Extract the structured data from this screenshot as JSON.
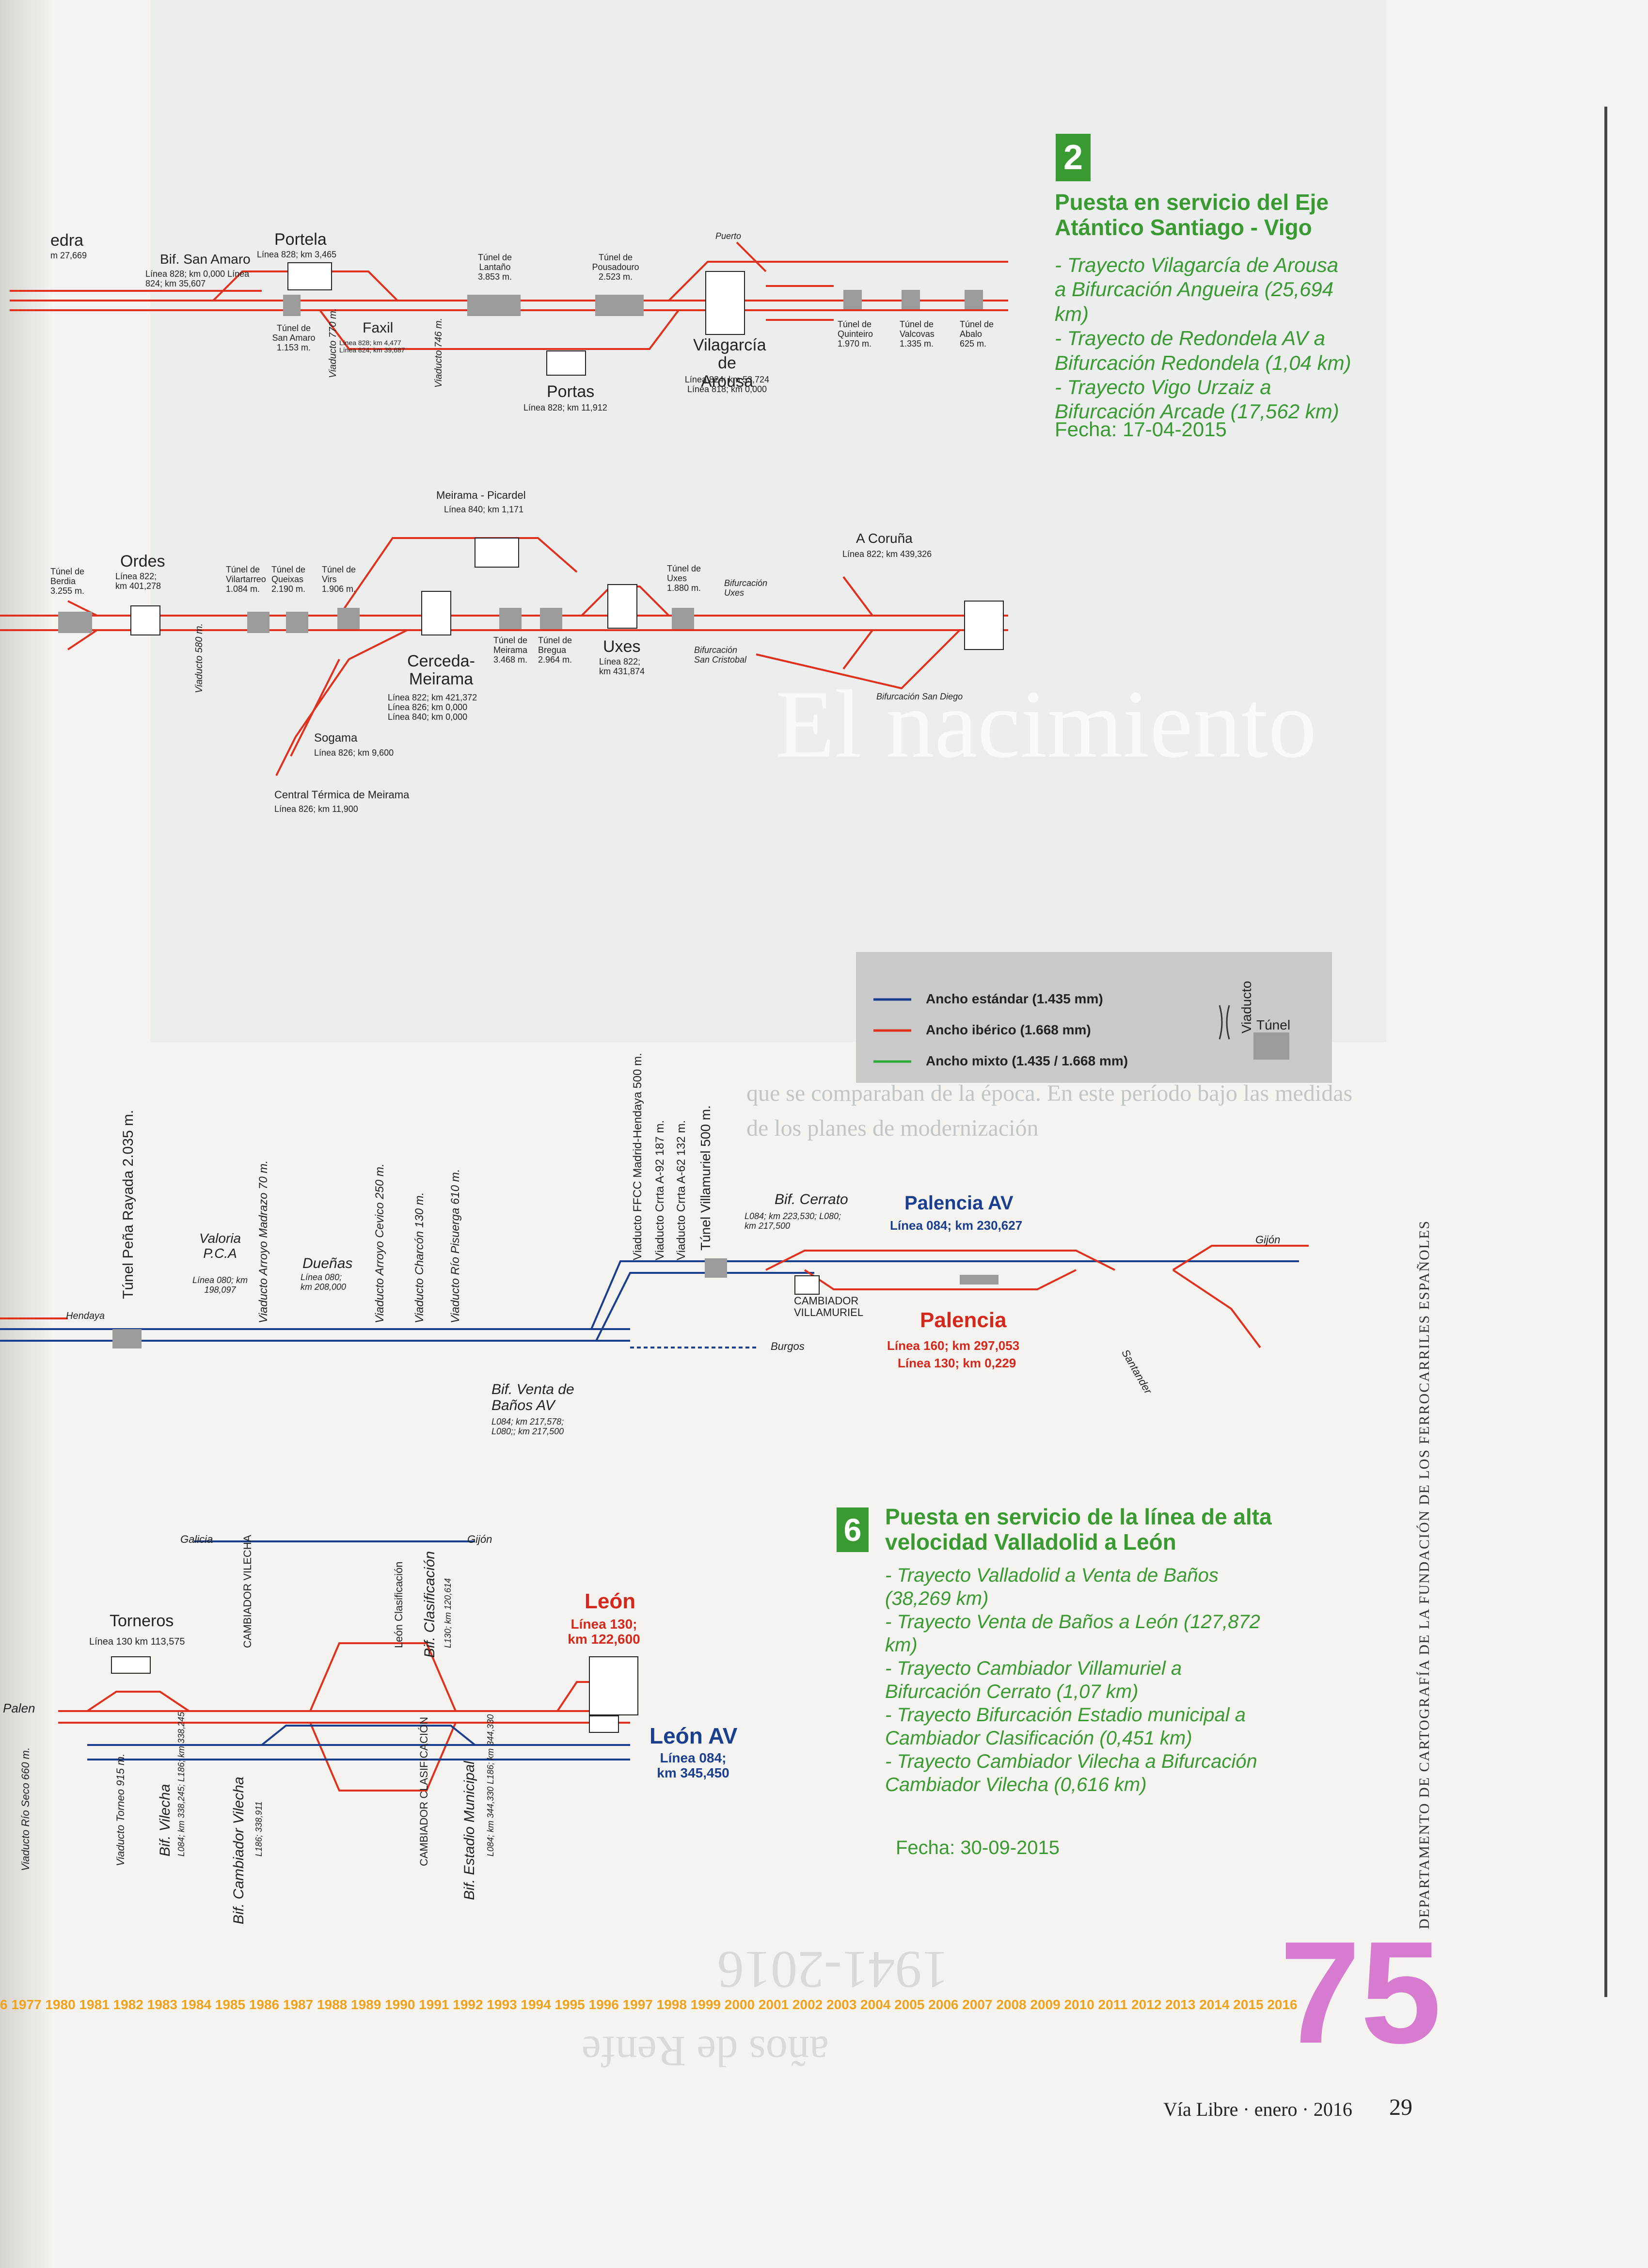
{
  "section2": {
    "number": "2",
    "title": "Puesta en servicio del Eje Atántico Santiago - Vigo",
    "items": [
      "- Trayecto Vilagarcía de Arousa a Bifurcación Angueira (25,694 km)",
      "- Trayecto de Redondela AV a Bifurcación Redondela (1,04 km)",
      "- Trayecto Vigo Urzaiz a Bifurcación Arcade (17,562 km)"
    ],
    "date": "Fecha: 17-04-2015"
  },
  "section6": {
    "number": "6",
    "title": "Puesta en servicio de la línea de alta velocidad Valladolid a León",
    "items": [
      "- Trayecto Valladolid a Venta de Baños (38,269 km)",
      "- Trayecto Venta de Baños a León (127,872 km)",
      "- Trayecto Cambiador Villamuriel a Bifurcación Cerrato (1,07 km)",
      "- Trayecto Bifurcación Estadio municipal a Cambiador Clasificación (0,451 km)",
      "- Trayecto Cambiador Vilecha a Bifurcación Cambiador Vilecha (0,616 km)"
    ],
    "date": "Fecha: 30-09-2015"
  },
  "legend": {
    "standard": "Ancho estándar (1.435 mm)",
    "iberian": "Ancho ibérico (1.668 mm)",
    "mixed": "Ancho mixto (1.435 / 1.668 mm)",
    "viaduct": "Viaducto",
    "tunnel": "Túnel",
    "colors": {
      "standard": "#1b3f8f",
      "iberian": "#e0301e",
      "mixed": "#2fa83a"
    }
  },
  "map1": {
    "edge_top": "edra",
    "edge_km": "m 27,669",
    "bif_san_amaro": "Bif. San Amaro",
    "bif_san_amaro_km": "Línea 828; km 0,000  Línea 824; km 35,607",
    "portela": "Portela",
    "portela_km": "Línea 828; km 3,465",
    "tunel_san_amaro": "Túnel de San Amaro 1.153 m.",
    "faxil": "Faxil",
    "faxil_km": "Línea 828; km 4,477  Línea 824; km 39,687",
    "viaducto_770": "Viaducto 770 m.",
    "tunel_lantano": "Túnel de Lantaño 3.853 m.",
    "viaducto_746": "Viaducto 746 m.",
    "tunel_pousadouro": "Túnel de Pousadouro 2.523 m.",
    "portas": "Portas",
    "portas_km": "Línea 828; km 11,912",
    "puerto": "Puerto",
    "vilagarcia": "Vilagarcía de Arousa",
    "vilagarcia_km": "Línea 824; km 53,724  Línea 818; km 0,000",
    "tunel_quinteiro": "Túnel de Quinteiro 1.970 m.",
    "tunel_valcovas": "Túnel de Valcovas 1.335 m.",
    "tunel_abalo": "Túnel de Abalo 625 m."
  },
  "map2": {
    "meirama_picardel": "Meirama - Picardel",
    "meirama_picardel_km": "Línea 840; km 1,171",
    "tunel_berdia": "Túnel de Berdia 3.255 m.",
    "ordes": "Ordes",
    "ordes_km": "Línea 822; km 401,278",
    "tunel_vilartarreo": "Túnel de Vilartarreo 1.084 m.",
    "tunel_queixas": "Túnel de Queixas 2.190 m.",
    "tunel_vilrs": "Túnel de Virs 1.906 m.",
    "viaducto_580": "Viaducto 580 m.",
    "cerceda": "Cerceda-Meirama",
    "cerceda_km": "Línea 822; km 421,372  Línea 826; km 0,000  Línea 840; km 0,000",
    "tunel_meirama": "Túnel de Meirama 3.468 m.",
    "tunel_bregua": "Túnel de Bregua 2.964 m.",
    "uxes": "Uxes",
    "uxes_km": "Línea 822; km 431,874",
    "tunel_uxes": "Túnel de Uxes 1.880 m.",
    "bif_uxes": "Bifurcación Uxes",
    "bif_san_cristobal": "Bifurcación San Cristobal",
    "a_coruna": "A Coruña",
    "a_coruna_km": "Línea 822; km 439,326",
    "bif_san_diego": "Bifurcación San Diego",
    "sogama": "Sogama",
    "sogama_km": "Línea 826; km 9,600",
    "central": "Central Térmica de Meirama",
    "central_km": "Línea 826; km 11,900"
  },
  "map3": {
    "hendaya": "Hendaya",
    "tunel_pena": "Túnel Peña Rayada 2.035 m.",
    "valoria": "Valoria P.C.A",
    "valoria_km": "Línea 080; km 198,097",
    "viaducto_madrazo": "Viaducto Arroyo Madrazo 70 m.",
    "duenas": "Dueñas",
    "duenas_km": "Línea 080; km 208,000",
    "viaducto_cevico": "Viaducto Arroyo Cevico 250 m.",
    "viaducto_charcon": "Viaducto Charcón 130 m.",
    "viaducto_pisuerga": "Viaducto Río Pisuerga 610 m.",
    "viaducto_ffcc": "Viaducto FFCC Madrid-Hendaya 500 m.",
    "viaducto_a92": "Viaducto Crrta A-92 187 m.",
    "viaducto_a62": "Viaducto Crrta A-62 132 m.",
    "tunel_villamuriel": "Túnel Villamuriel 500 m.",
    "bif_cerrato": "Bif. Cerrato",
    "bif_cerrato_km": "L084; km 223,530;  L080; km 217,500",
    "bif_venta": "Bif. Venta de Baños AV",
    "bif_venta_km": "L084; km 217,578;  L080;; km 217,500",
    "cambiador_villamuriel": "CAMBIADOR VILLAMURIEL",
    "burgos": "Burgos",
    "palencia_av": "Palencia AV",
    "palencia_av_km": "Línea 084; km 230,627",
    "palencia": "Palencia",
    "palencia_km1": "Línea 160; km 297,053",
    "palencia_km2": "Línea 130; km 0,229",
    "gijon": "Gijón",
    "santander": "Santander"
  },
  "map4": {
    "galicia": "Galicia",
    "gijon": "Gijón",
    "torneros": "Torneros",
    "torneros_km": "Línea 130 km 113,575",
    "cambiador_vilecha": "CAMBIADOR VILECHA",
    "leon_clasificacion": "León Clasificación",
    "bif_clasificacion": "Bif. Clasificación",
    "bif_clasificacion_km": "L130; km 120,614",
    "leon": "León",
    "leon_km": "Línea 130; km 122,600",
    "leon_av": "León AV",
    "leon_av_km": "Línea 084; km 345,450",
    "bif_vilecha": "Bif. Vilecha",
    "bif_vilecha_km": "L084; km 338,245; L186; km 338,245",
    "bif_cambiador_vilecha": "Bif. Cambiador Vilecha",
    "bif_cambiador_vilecha_km": "L186; 338,911",
    "cambiador_clasificacion": "CAMBIADOR CLASIFICACIÓN",
    "bif_estadio": "Bif. Estadio Municipal",
    "bif_estadio_km": "L084; km 344,330  L186; km 344,330",
    "viaducto_torneo": "Viaducto Torneo 915 m.",
    "viaducto_seco": "Viaducto Río Seco 660 m.",
    "palencia_edge": "Palen"
  },
  "background_heading": "El nacimiento",
  "background_text": "que se comparaban de la época. En este período bajo las medidas de los planes de modernización",
  "timeline": "6 1977 1980 1981 1982 1983 1984 1985 1986 1987 1988 1989 1990 1991 1992 1993 1994 1995 1996 1997 1998 1999 2000 2001 2002 2003 2004 2005 2006 2007 2008 2009 2010 2011 2012 2013 2014 2015 2016",
  "anniversary_number": "75",
  "anniversary_years": "1941-2016",
  "anniversary_text": "años de Renfe",
  "footer": "Vía Libre · enero · 2016",
  "page_number": "29",
  "side_credit": "DEPARTAMENTO DE CARTOGRAFÍA DE LA FUNDACIÓN DE LOS FERROCARRILES ESPAÑOLES"
}
